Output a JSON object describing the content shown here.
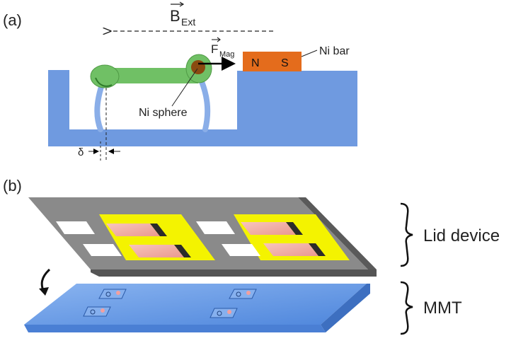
{
  "panel_a": {
    "label": "(a)",
    "field_symbol": "B",
    "field_subscript": "Ext",
    "force_symbol": "F",
    "force_subscript": "Mag",
    "magnet_north": "N",
    "magnet_south": "S",
    "magnet_label": "Ni bar",
    "sphere_label": "Ni sphere",
    "gap_symbol": "δ"
  },
  "panel_b": {
    "label": "(b)",
    "lid_label": "Lid device",
    "mmt_label": "MMT"
  },
  "colors": {
    "substrate": "#6f9ae0",
    "post": "#8aaee8",
    "beam": "#70c065",
    "sphere": "#8a4a10",
    "magnet": "#e46c1c",
    "lid_frame": "#8a8a8a",
    "lid_pad": "#f4f300",
    "lid_bar": "#f0a7a0",
    "mmt_top": "#5e97e6"
  }
}
